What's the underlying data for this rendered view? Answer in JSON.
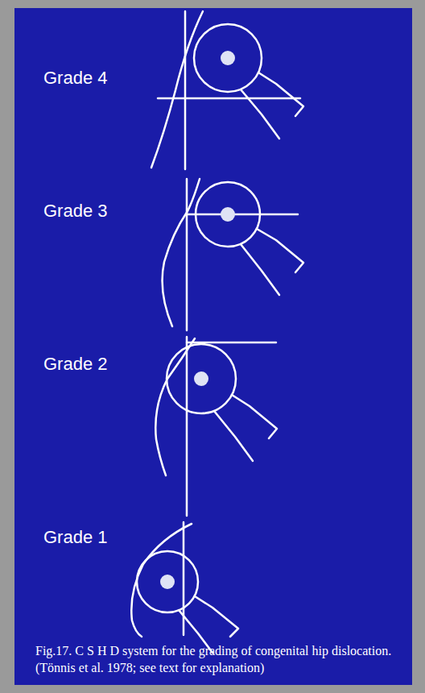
{
  "diagram": {
    "caption": "Fig.17. C S H D system for the grading of congenital hip dislocation. (Tönnis et al. 1978; see text for explanation)",
    "labels": [
      "Grade 4",
      "Grade 3",
      "Grade 2",
      "Grade 1"
    ]
  }
}
